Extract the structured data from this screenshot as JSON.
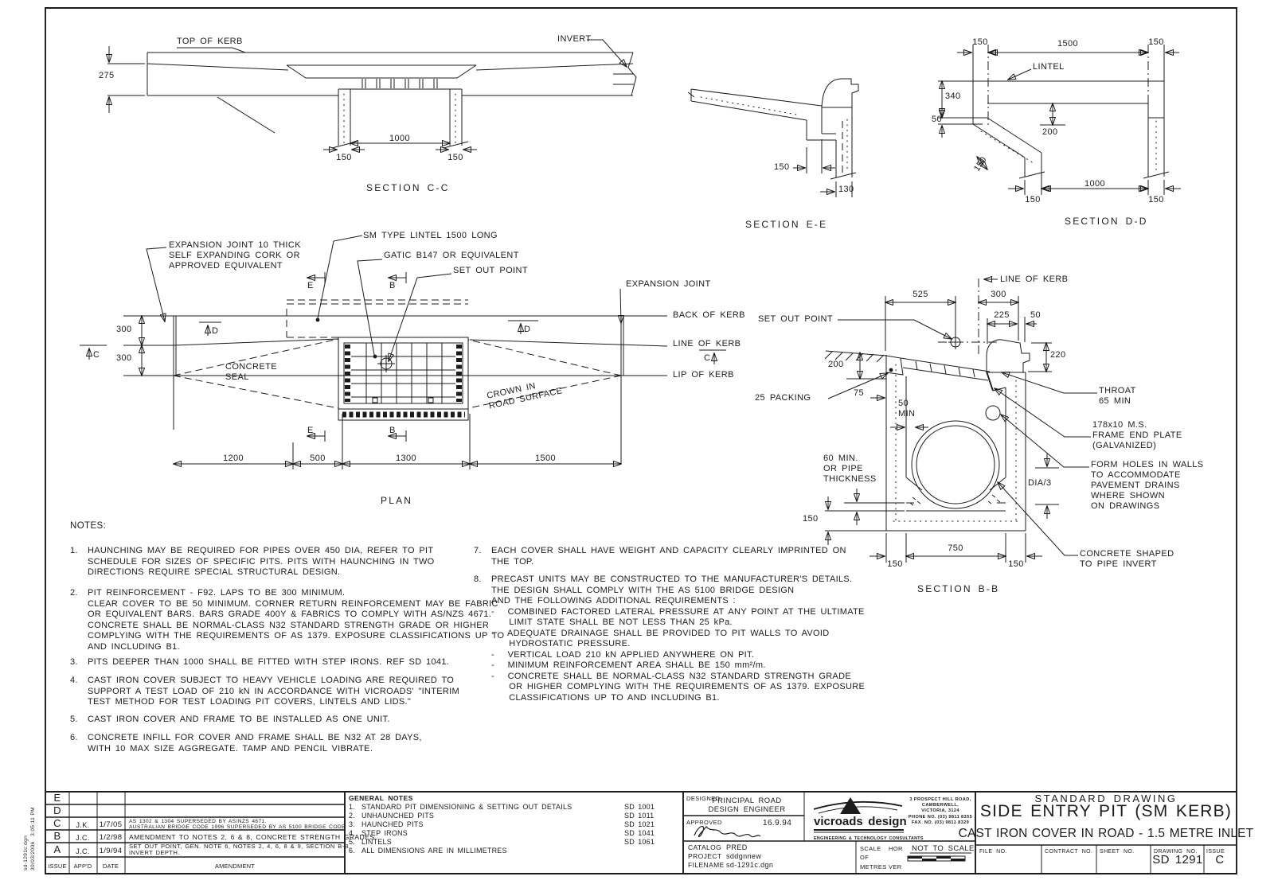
{
  "colors": {
    "ink": "#1b1b1b",
    "paper": "#ffffff"
  },
  "edge_note": "sd-1291c.dgn\n30/03/2006   3:05:11 PM",
  "sec_cc": {
    "title": "SECTION C-C",
    "top_of_kerb": "TOP OF KERB",
    "invert": "INVERT",
    "d275": "275",
    "d1000": "1000",
    "d150l": "150",
    "d150r": "150"
  },
  "sec_ee": {
    "title": "SECTION E-E",
    "d150": "150",
    "d130": "130"
  },
  "sec_dd": {
    "title": "SECTION D-D",
    "lintel": "LINTEL",
    "d150tl": "150",
    "d1500": "1500",
    "d150tr": "150",
    "d340": "340",
    "d50": "50",
    "d200": "200",
    "d150h": "150",
    "d1000": "1000",
    "d150bl": "150",
    "d150br": "150"
  },
  "plan": {
    "title": "PLAN",
    "expansion_note": "EXPANSION JOINT 10 THICK\nSELF EXPANDING CORK OR\nAPPROVED EQUIVALENT",
    "sm_lintel": "SM TYPE LINTEL 1500 LONG",
    "gatic": "GATIC B147 OR EQUIVALENT",
    "set_out": "SET OUT POINT",
    "expansion_joint": "EXPANSION JOINT",
    "back_of_kerb": "BACK OF KERB",
    "line_of_kerb": "LINE OF KERB",
    "lip_of_kerb": "LIP OF KERB",
    "concrete_seal": "CONCRETE\nSEAL",
    "crown": "CROWN IN\nROAD SURFACE",
    "d300a": "300",
    "d300b": "300",
    "d1200": "1200",
    "d500": "500",
    "d1300": "1300",
    "d1500": "1500",
    "m_e": "E",
    "m_b": "B",
    "m_d": "D",
    "m_c": "C"
  },
  "sec_bb": {
    "title": "SECTION B-B",
    "line_of_kerb": "LINE OF KERB",
    "set_out": "SET OUT POINT",
    "packing": "25 PACKING",
    "throat": "THROAT\n65 MIN",
    "plate": "178x10 M.S.\nFRAME END PLATE\n(GALVANIZED)",
    "form_holes": "FORM HOLES IN WALLS\nTO ACCOMMODATE\nPAVEMENT DRAINS\nWHERE SHOWN\nON DRAWINGS",
    "shaped": "CONCRETE SHAPED\nTO PIPE INVERT",
    "pipe_thk": "60 MIN.\nOR PIPE\nTHICKNESS",
    "d525": "525",
    "d300": "300",
    "d225": "225",
    "d50": "50",
    "d220": "220",
    "d200": "200",
    "d75": "75",
    "d50min": "50\nMIN",
    "dia3": "DIA/3",
    "d150floor": "150",
    "d150l": "150",
    "d750": "750",
    "d150r": "150"
  },
  "notes": {
    "heading": "NOTES:",
    "items": [
      {
        "num": "1.",
        "text": "HAUNCHING MAY BE REQUIRED FOR PIPES OVER 450 DIA, REFER TO PIT\nSCHEDULE FOR SIZES OF SPECIFIC PITS. PITS WITH HAUNCHING IN TWO\nDIRECTIONS REQUIRE SPECIAL STRUCTURAL DESIGN."
      },
      {
        "num": "2.",
        "text": "PIT REINFORCEMENT - F92. LAPS TO BE 300 MINIMUM.\nCLEAR COVER TO BE 50 MINIMUM. CORNER RETURN REINFORCEMENT MAY BE FABRIC\nOR EQUIVALENT BARS. BARS GRADE 400Y & FABRICS TO COMPLY WITH AS/NZS 4671.\nCONCRETE SHALL BE NORMAL-CLASS N32 STANDARD STRENGTH GRADE OR HIGHER\nCOMPLYING WITH THE REQUIREMENTS OF AS 1379. EXPOSURE CLASSIFICATIONS UP TO\nAND INCLUDING B1."
      },
      {
        "num": "3.",
        "text": "PITS DEEPER THAN 1000 SHALL BE FITTED WITH STEP IRONS. REF SD 1041."
      },
      {
        "num": "4.",
        "text": "CAST IRON COVER SUBJECT TO HEAVY VEHICLE LOADING ARE REQUIRED TO\nSUPPORT A TEST LOAD OF 210 kN IN ACCORDANCE WITH VICROADS' \"INTERIM\nTEST METHOD FOR TEST LOADING PIT COVERS, LINTELS AND LIDS.\""
      },
      {
        "num": "5.",
        "text": "CAST IRON COVER AND FRAME TO BE INSTALLED AS ONE UNIT."
      },
      {
        "num": "6.",
        "text": "CONCRETE INFILL FOR COVER AND FRAME SHALL BE N32 AT 28 DAYS,\nWITH 10 MAX SIZE AGGREGATE. TAMP AND PENCIL VIBRATE."
      }
    ]
  },
  "notes2": {
    "items": [
      {
        "num": "7.",
        "text": "EACH COVER SHALL HAVE WEIGHT AND CAPACITY CLEARLY IMPRINTED ON\nTHE TOP."
      },
      {
        "num": "8.",
        "text": "PRECAST UNITS MAY BE CONSTRUCTED TO THE MANUFACTURER'S DETAILS.\nTHE DESIGN SHALL COMPLY WITH THE AS 5100 BRIDGE DESIGN\nAND THE FOLLOWING ADDITIONAL REQUIREMENTS :\n-   COMBINED FACTORED LATERAL PRESSURE AT ANY POINT AT THE ULTIMATE\n    LIMIT STATE SHALL BE NOT LESS THAN 25 kPa.\n-   ADEQUATE DRAINAGE SHALL BE PROVIDED TO PIT WALLS TO AVOID\n    HYDROSTATIC PRESSURE.\n-   VERTICAL LOAD 210 kN APPLIED ANYWHERE ON PIT.\n-   MINIMUM REINFORCEMENT AREA SHALL BE 150 mm²/m.\n-   CONCRETE SHALL BE NORMAL-CLASS N32 STANDARD STRENGTH GRADE\n    OR HIGHER COMPLYING WITH THE REQUIREMENTS OF AS 1379. EXPOSURE\n    CLASSIFICATIONS UP TO AND INCLUDING B1."
      }
    ]
  },
  "general_notes": {
    "heading": "GENERAL NOTES",
    "items": [
      {
        "n": "1.",
        "t": "STANDARD PIT DIMENSIONING & SETTING OUT DETAILS",
        "r": "SD 1001"
      },
      {
        "n": "2.",
        "t": "UNHAUNCHED PITS",
        "r": "SD 1011"
      },
      {
        "n": "3.",
        "t": "HAUNCHED PITS",
        "r": "SD 1021"
      },
      {
        "n": "4.",
        "t": "STEP IRONS",
        "r": "SD 1041"
      },
      {
        "n": "5.",
        "t": "LINTELS",
        "r": "SD 1061"
      },
      {
        "n": "6.",
        "t": "ALL DIMENSIONS ARE IN MILLIMETRES",
        "r": ""
      }
    ]
  },
  "revisions": {
    "headers": {
      "issue": "ISSUE",
      "appd": "APP'D",
      "date": "DATE",
      "amendment": "AMENDMENT"
    },
    "rows": [
      {
        "i": "E",
        "a": "",
        "d": "",
        "t": ""
      },
      {
        "i": "D",
        "a": "",
        "d": "",
        "t": ""
      },
      {
        "i": "C",
        "a": "J.K.",
        "d": "1/7/05",
        "t": "AS 1302 & 1304 SUPERSEDED BY AS/NZS 4671.\nAUSTRALIAN BRIDGE CODE 1996 SUPERSEDED BY AS 5100 BRIDGE CODE"
      },
      {
        "i": "B",
        "a": "J.C.",
        "d": "1/2/98",
        "t": "AMENDMENT TO NOTES 2, 6 & 8, CONCRETE STRENGTH GRADES."
      },
      {
        "i": "A",
        "a": "J.C.",
        "d": "1/9/94",
        "t": "SET OUT POINT, GEN. NOTE 6, NOTES 2, 4, 6, 8 & 9, SECTION B-B,\nINVERT DEPTH."
      }
    ]
  },
  "title_block": {
    "designed": "DESIGNED",
    "designed_by": "PRINCIPAL ROAD\nDESIGN ENGINEER",
    "approved": "APPROVED",
    "approved_date": "16.9.94",
    "catalog": "CATALOG",
    "catalog_v": "PRED",
    "project": "PROJECT",
    "project_v": "sddgnnew",
    "filename": "FILENAME",
    "filename_v": "sd-1291c.dgn",
    "brand": "vicroads design",
    "brand_sub": "ENGINEERING & TECHNOLOGY CONSULTANTS",
    "address": "3 PROSPECT HILL ROAD,\nCAMBERWELL,\nVICTORIA, 3124\nPHONE NO. (03) 9811 8355\nFAX  NO. (03) 9811 8329",
    "scale": "SCALE",
    "hor": "HOR",
    "of": "OF",
    "metres": "METRES",
    "ver": "VER",
    "nts": "NOT TO SCALE",
    "std": "STANDARD DRAWING",
    "title1": "SIDE ENTRY PIT (SM KERB)",
    "title2": "CAST IRON COVER IN ROAD - 1.5 METRE INLET",
    "file_no": "FILE NO.",
    "contract_no": "CONTRACT NO.",
    "sheet_no": "SHEET NO.",
    "drawing_no": "DRAWING NO.",
    "drawing_no_v": "SD 1291",
    "issue": "ISSUE",
    "issue_v": "C"
  }
}
